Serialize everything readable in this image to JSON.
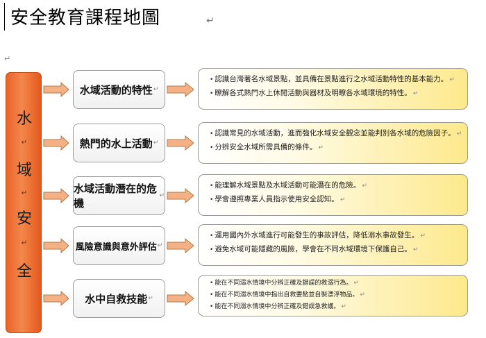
{
  "title": "安全教育課程地圖",
  "mark": "↵",
  "vertical_label": [
    "水",
    "域",
    "安",
    "全"
  ],
  "topics": [
    {
      "label": "水域活動的特性",
      "lines": [
        "認識台灣著名水域景點，並具備在景點進行之水域活動特性的基本能力。",
        "瞭解各式熱門水上休閒活動與器材及明瞭各水域環境的特性。"
      ]
    },
    {
      "label": "熱門的水上活動",
      "lines": [
        "認識常見的水域活動，進而強化水域安全觀念並能判別各水域的危險因子。",
        "分辨安全水域所需具備的條件。"
      ]
    },
    {
      "label": "水域活動潛在的危機",
      "lines": [
        "能理解水域景點及水域活動可能潛在的危險。",
        "學會遵照專業人員指示使用安全認知。"
      ]
    },
    {
      "label": "風險意識與意外評估",
      "lines": [
        "運用國內外水域進行可能發生的事故評估，降低溺水事故發生。",
        "避免水域可能隱藏的風險，學會在不同水域環境下保護自己。"
      ]
    },
    {
      "label": "水中自救技能",
      "lines": [
        "能在不同溺水情境中分辨正確及錯誤的救溺行為。",
        "能在不同溺水情境中指出自救要點並自製漂浮物品。",
        "能在不同溺水情境中分辨正確及錯誤急救護。"
      ]
    }
  ],
  "colors": {
    "bar": "#e9642a",
    "arrow": "#f2a86e",
    "desc_accent": "#fde98c"
  }
}
